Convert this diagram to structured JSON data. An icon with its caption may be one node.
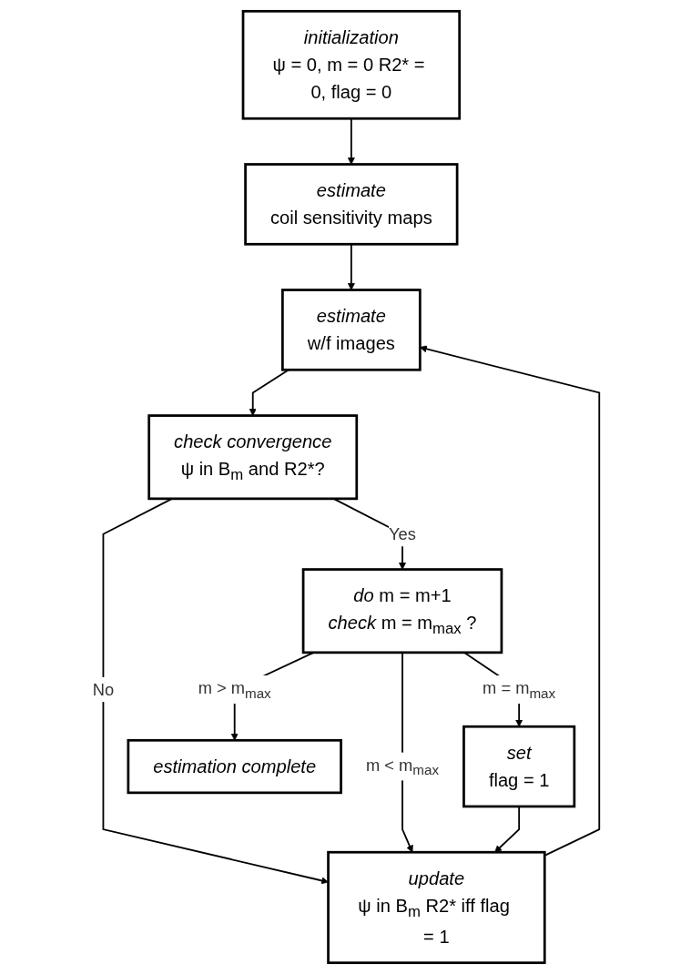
{
  "diagram": {
    "nodes": [
      {
        "text": [
          "initialization",
          "ψ = 0, m = 0 R2* = 0, flag = 0"
        ]
      },
      {
        "text": [
          "estimate",
          "coil sensitivity maps"
        ]
      },
      {
        "text": [
          "estimate",
          "w/f images"
        ]
      },
      {
        "text": [
          "update",
          "ψ in B$_{m}$ R2* iff flag = 1"
        ]
      },
      {
        "text": [
          "check convergence",
          "ψ in B$_{m}$ and R2*?"
        ]
      },
      {
        "text": [
          "*do* m = m+1",
          "*check* m = m$_{max}$ ?"
        ]
      },
      {
        "text": [
          "set",
          "flag = 1"
        ]
      },
      {
        "text": [
          "estimation complete"
        ]
      }
    ],
    "edges": [
      {
        "from": 0,
        "to": 1,
        "arrow": "to"
      },
      {
        "from": 1,
        "to": 2,
        "arrow": "to"
      },
      {
        "from": 3,
        "to": 2,
        "arrow": "to"
      },
      {
        "from": 2,
        "to": 4,
        "arrow": "to"
      },
      {
        "from": 4,
        "to": 3,
        "arrow": "to",
        "label": "No"
      },
      {
        "from": 4,
        "to": 5,
        "arrow": "to",
        "label": "Yes"
      },
      {
        "from": 5,
        "to": 3,
        "arrow": "to",
        "label": "m < m$_{max}$"
      },
      {
        "from": 5,
        "to": 6,
        "arrow": "to",
        "label": "m = m$_{max}$"
      },
      {
        "from": 6,
        "to": 3,
        "arrow": "to"
      },
      {
        "from": 5,
        "to": 7,
        "arrow": "to",
        "label": "m > m$_{max}$"
      }
    ]
  }
}
